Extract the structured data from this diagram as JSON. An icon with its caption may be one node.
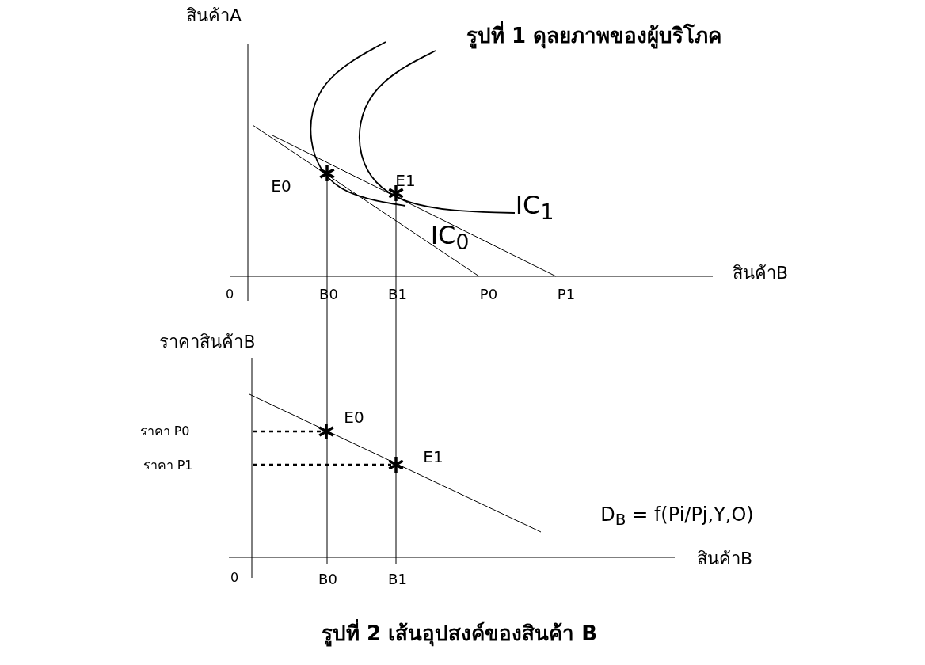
{
  "diagram": {
    "labels": [
      "สินค้าA",
      "รูปที่ 1 ดุลยภาพของผู้บริโภค",
      "E1",
      "E0",
      "IC$_{1}$",
      "IC$_{0}$",
      "สินค้าB",
      "0",
      "B0",
      "B1",
      "P0",
      "P1",
      "ราคาสินค้าB",
      "E0",
      "ราคา P0",
      "E1",
      "ราคา P1",
      "D$_{B}$ = f(Pi/Pj,Y,O)",
      "สินค้าB",
      "0",
      "B0",
      "B1",
      "รูปที่ 2 เส้นอุปสงค์ของสินค้า B"
    ]
  }
}
